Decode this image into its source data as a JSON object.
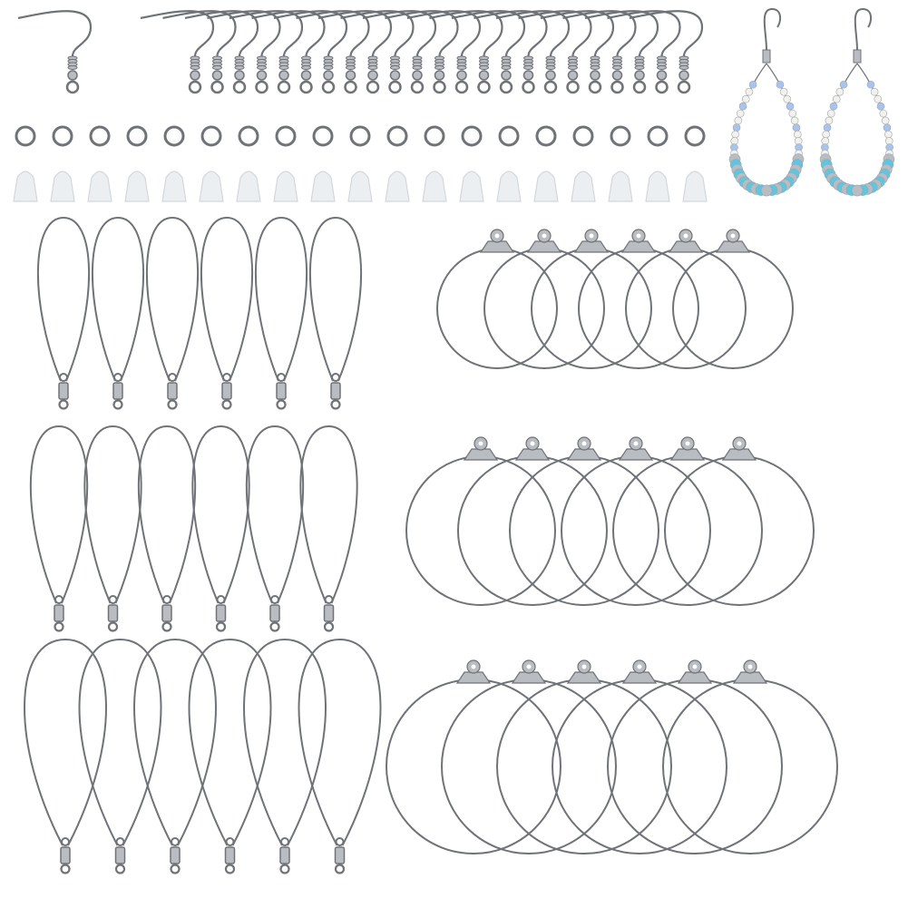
{
  "colors": {
    "background": "#ffffff",
    "metal": "#6f7378",
    "metal_light": "#b9bcc0",
    "silicone": "#eceff2",
    "bead_blue": "#5fc6e0",
    "bead_light_blue": "#a9c4ec",
    "bead_pearl": "#f3f1ea"
  },
  "items": {
    "ear_hooks": 24,
    "jump_rings": 19,
    "ear_nuts": 19,
    "teardrop_hoops_per_row": 6,
    "teardrop_rows": 3,
    "round_hoops_per_row": 6,
    "round_rows": 3,
    "sample_earrings": 2
  }
}
